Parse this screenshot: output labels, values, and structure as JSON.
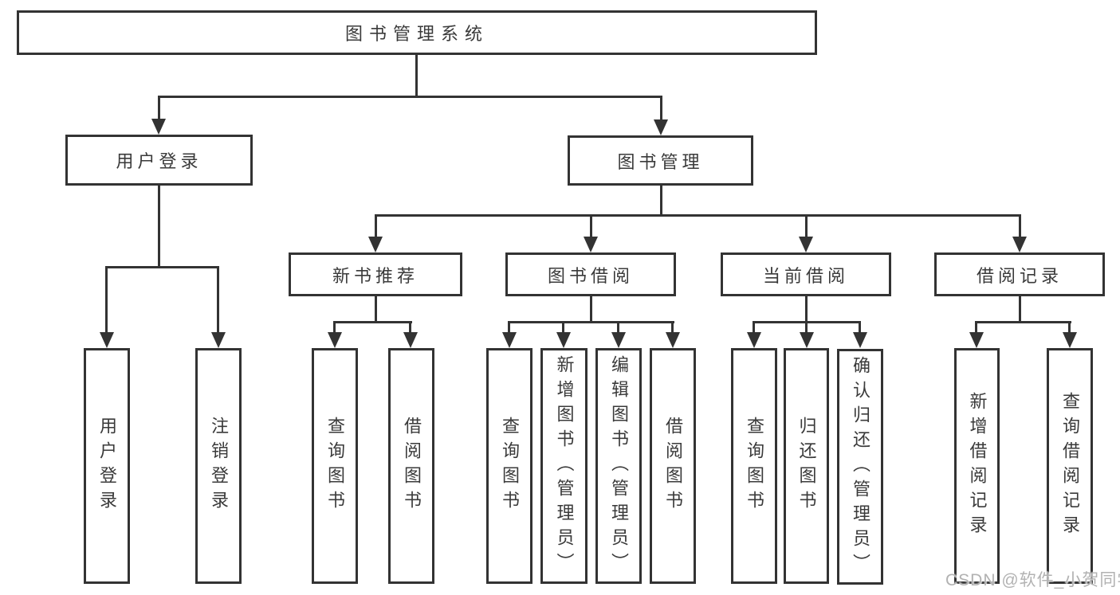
{
  "title": "图书管理系统",
  "watermark": {
    "text": "CSDN @软件_小贺同学"
  },
  "colors": {
    "line": "#333333",
    "box_border": "#333333",
    "text": "#3a3a3a",
    "watermark": "#b2b2b2",
    "background": "#ffffff"
  },
  "nodes": {
    "root": {
      "label": "图书管理系统"
    },
    "user_login": {
      "label": "用户登录"
    },
    "book_mgmt": {
      "label": "图书管理"
    },
    "leaf_user_login": {
      "label": "用户登录"
    },
    "leaf_logout": {
      "label": "注销登录"
    },
    "new_book_rec": {
      "label": "新书推荐"
    },
    "book_borrow": {
      "label": "图书借阅"
    },
    "current_borrow": {
      "label": "当前借阅"
    },
    "borrow_records": {
      "label": "借阅记录"
    },
    "nbr_query": {
      "label": "查询图书"
    },
    "nbr_borrow": {
      "label": "借阅图书"
    },
    "bb_query": {
      "label": "查询图书"
    },
    "bb_add": {
      "label": "新增图书（管理员）"
    },
    "bb_edit": {
      "label": "编辑图书（管理员）"
    },
    "bb_borrow": {
      "label": "借阅图书"
    },
    "cb_query": {
      "label": "查询图书"
    },
    "cb_return": {
      "label": "归还图书"
    },
    "cb_confirm": {
      "label": "确认归还（管理员）"
    },
    "br_add": {
      "label": "新增借阅记录"
    },
    "br_query": {
      "label": "查询借阅记录"
    }
  },
  "hierarchy": {
    "图书管理系统": {
      "用户登录": [
        "用户登录",
        "注销登录"
      ],
      "图书管理": {
        "新书推荐": [
          "查询图书",
          "借阅图书"
        ],
        "图书借阅": [
          "查询图书",
          "新增图书（管理员）",
          "编辑图书（管理员）",
          "借阅图书"
        ],
        "当前借阅": [
          "查询图书",
          "归还图书",
          "确认归还（管理员）"
        ],
        "借阅记录": [
          "新增借阅记录",
          "查询借阅记录"
        ]
      }
    }
  }
}
